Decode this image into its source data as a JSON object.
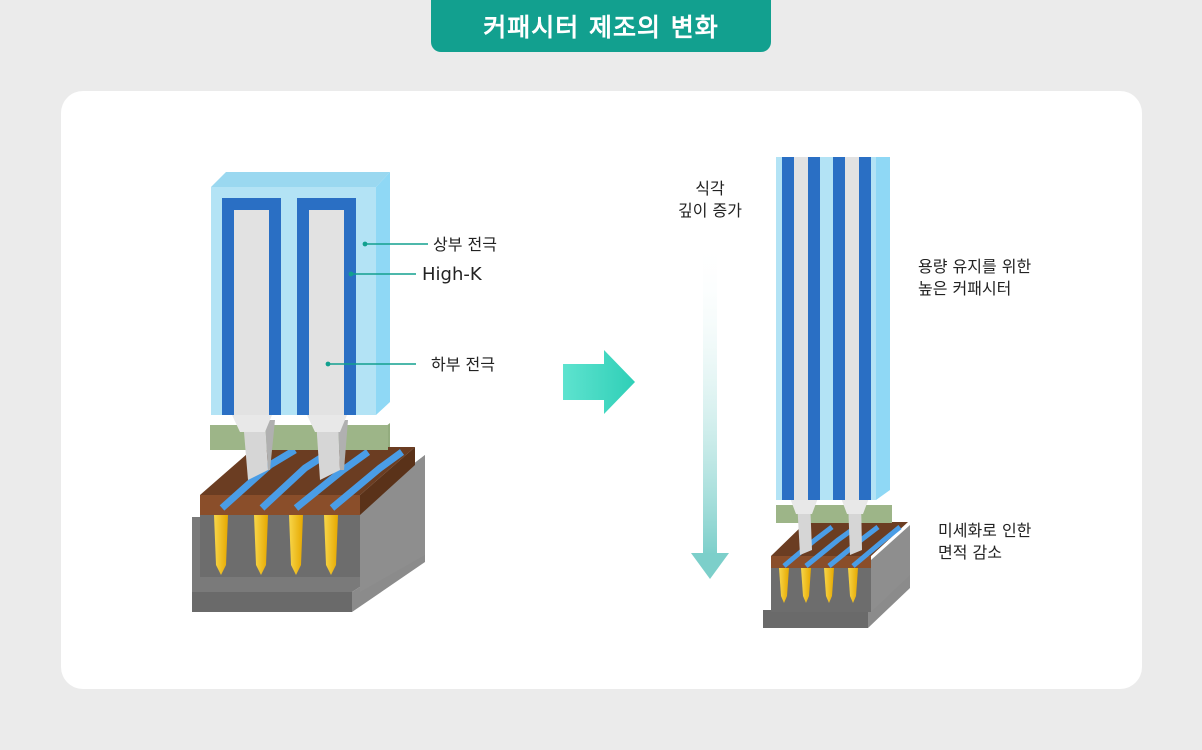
{
  "title": "커패시터 제조의 변화",
  "colors": {
    "accent": "#12a08f",
    "electrode_blue": "#2a6fc4",
    "high_k": "#b3e3f5",
    "outer_light": "#8fd8f5",
    "inner_gray": "#e2e2e2",
    "green_layer": "#93ac7e",
    "brown_layer": "#6b3d22",
    "gold_contact": "#f2c10d",
    "base_gray": "#7a7a7a",
    "arrow_teal": "#4fdcc6"
  },
  "left": {
    "labels": {
      "upper_electrode": "상부 전극",
      "high_k": "High-K",
      "lower_electrode": "하부 전극"
    }
  },
  "right": {
    "etch_label_line1": "식각",
    "etch_label_line2": "깊이 증가",
    "tall_label_line1": "용량 유지를 위한",
    "tall_label_line2": "높은 커패시터",
    "shrink_label_line1": "미세화로 인한",
    "shrink_label_line2": "면적 감소"
  },
  "icons": {
    "transition_arrow": "right-arrow-icon",
    "depth_arrow": "down-arrow-icon"
  }
}
